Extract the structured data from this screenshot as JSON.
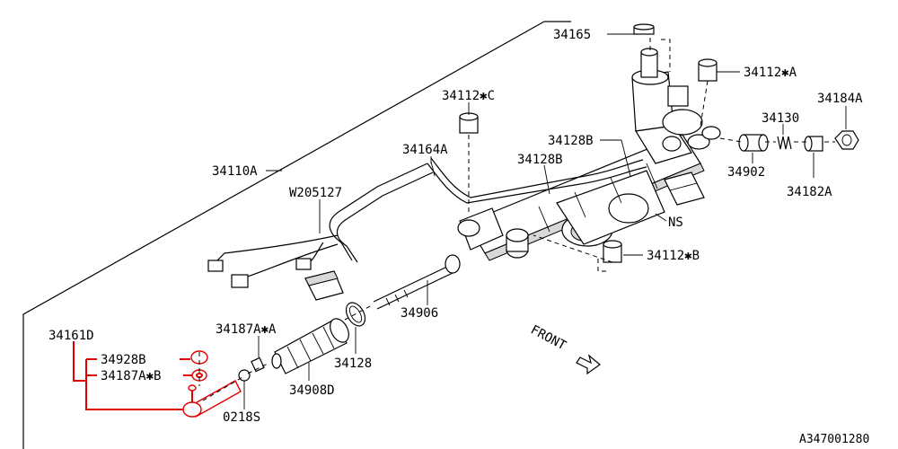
{
  "diagram": {
    "reference_code": "A347001280",
    "front_label": "FRONT",
    "ns_label": "NS",
    "parts": [
      {
        "id": "p34165",
        "label": "34165",
        "highlight": false
      },
      {
        "id": "p34112cA",
        "label": "34112✱A",
        "highlight": false
      },
      {
        "id": "p34184A",
        "label": "34184A",
        "highlight": false
      },
      {
        "id": "p34112cC",
        "label": "34112✱C",
        "highlight": false
      },
      {
        "id": "p34130",
        "label": "34130",
        "highlight": false
      },
      {
        "id": "p34128B_1",
        "label": "34128B",
        "highlight": false
      },
      {
        "id": "p34164A",
        "label": "34164A",
        "highlight": false
      },
      {
        "id": "p34128B_2",
        "label": "34128B",
        "highlight": false
      },
      {
        "id": "p34902",
        "label": "34902",
        "highlight": false
      },
      {
        "id": "p34182A",
        "label": "34182A",
        "highlight": false
      },
      {
        "id": "p34110A",
        "label": "34110A",
        "highlight": false
      },
      {
        "id": "pW205127",
        "label": "W205127",
        "highlight": false
      },
      {
        "id": "p34112cB",
        "label": "34112✱B",
        "highlight": false
      },
      {
        "id": "p34906",
        "label": "34906",
        "highlight": false
      },
      {
        "id": "p34161D",
        "label": "34161D",
        "highlight": false
      },
      {
        "id": "p34187AcA",
        "label": "34187A✱A",
        "highlight": false
      },
      {
        "id": "p34928B",
        "label": "34928B",
        "highlight": true
      },
      {
        "id": "p34187AcB",
        "label": "34187A✱B",
        "highlight": true
      },
      {
        "id": "p34128",
        "label": "34128",
        "highlight": false
      },
      {
        "id": "p34908D",
        "label": "34908D",
        "highlight": false
      },
      {
        "id": "p0218S",
        "label": "0218S",
        "highlight": false
      }
    ],
    "colors": {
      "line": "#000000",
      "highlight": "#e00000",
      "background": "#ffffff"
    }
  }
}
